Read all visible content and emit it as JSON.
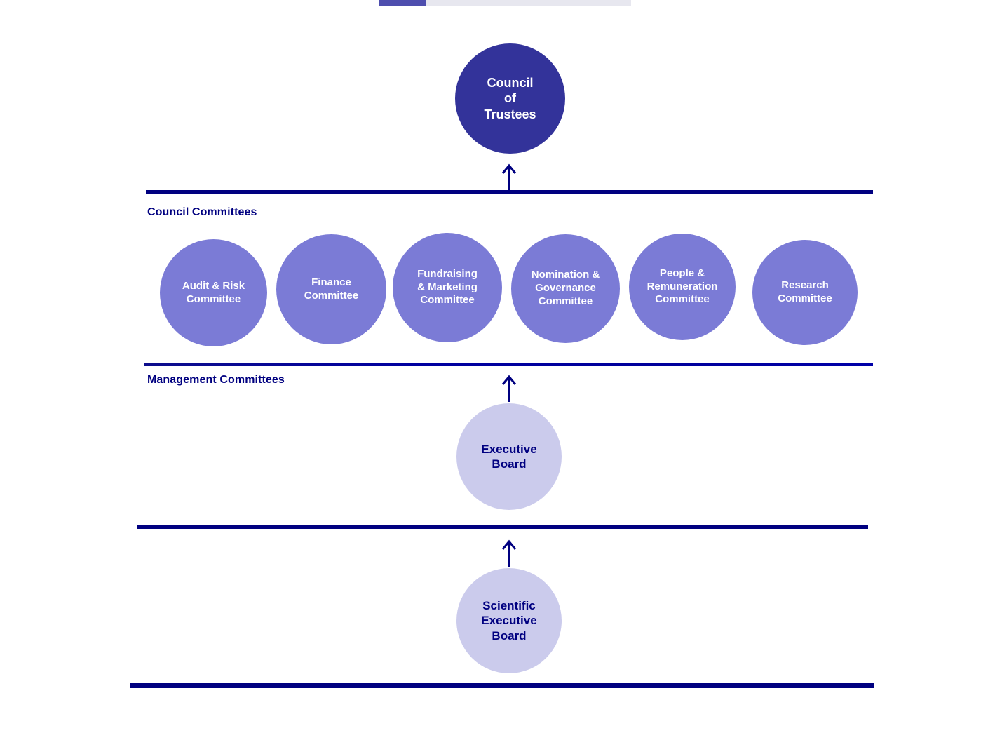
{
  "progress": {
    "name": "loading-strip",
    "fill_color": "#4e4eae",
    "track_color": "#e7e7ef",
    "percent": 19
  },
  "colors": {
    "root_circle": "#33339a",
    "committee_circle": "#7b7bd6",
    "board_circle": "#cbcbec",
    "divider": "#000080",
    "label_text": "#000080",
    "light_text": "#ffffff"
  },
  "root": {
    "label": "Council\nof\nTrustees"
  },
  "bands": {
    "council": {
      "label": "Council Committees"
    },
    "management": {
      "label": "Management Committees"
    }
  },
  "committees": [
    {
      "label": "Audit & Risk\nCommittee"
    },
    {
      "label": "Finance\nCommittee"
    },
    {
      "label": "Fundraising\n& Marketing\nCommittee"
    },
    {
      "label": "Nomination &\nGovernance\nCommittee"
    },
    {
      "label": "People &\nRemuneration\nCommittee"
    },
    {
      "label": "Research\nCommittee"
    }
  ],
  "boards": [
    {
      "label": "Executive\nBoard"
    },
    {
      "label": "Scientific\nExecutive\nBoard"
    }
  ],
  "arrows": [
    {
      "name": "arrow-committees-to-council"
    },
    {
      "name": "arrow-executive-board-to-committees"
    },
    {
      "name": "arrow-scientific-board-to-executive"
    }
  ]
}
